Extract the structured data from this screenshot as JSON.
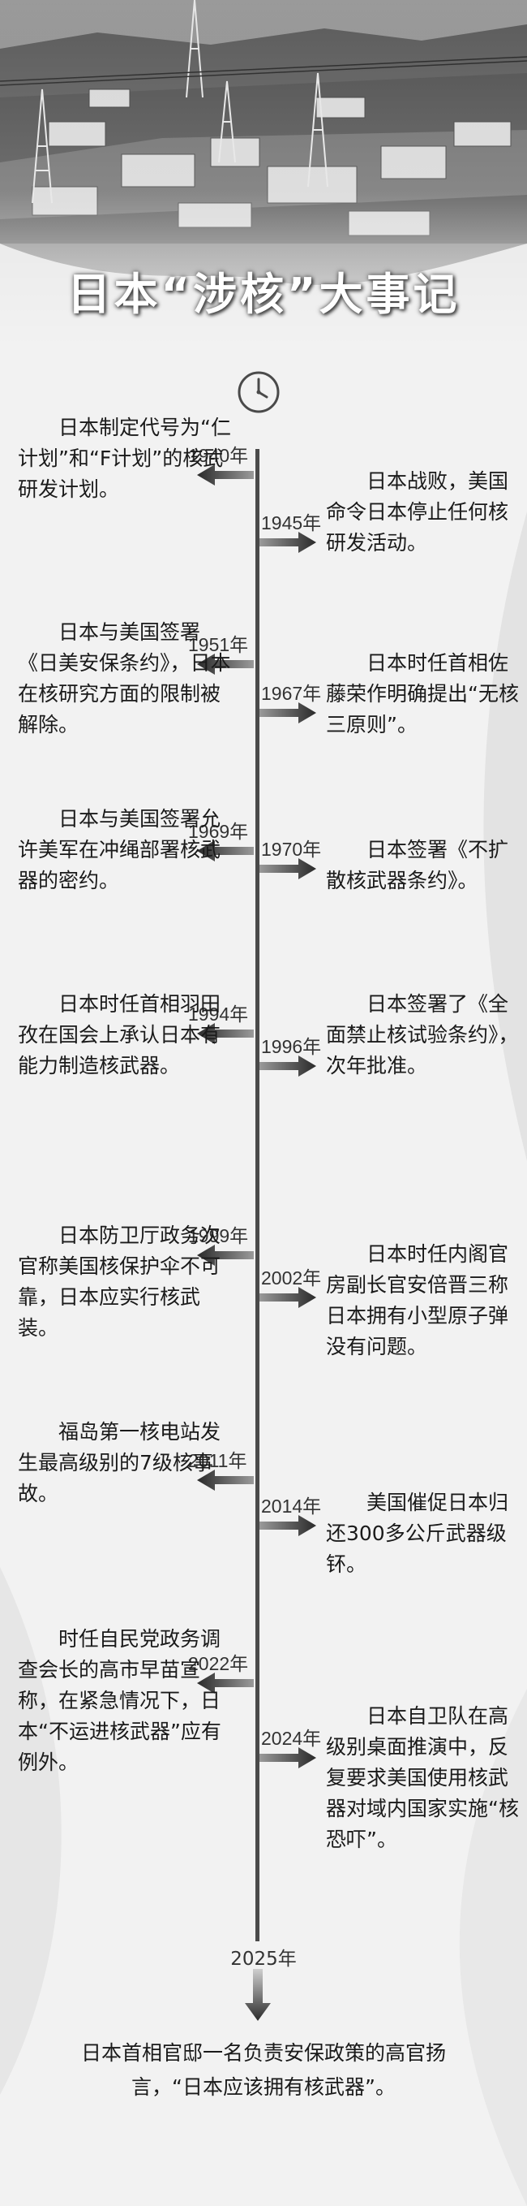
{
  "title": "日本“涉核”大事记",
  "events": [
    {
      "year": "1940年",
      "side": "left",
      "text": "日本制定代号为“仁计划”和“F计划”的核武研发计划。"
    },
    {
      "year": "1945年",
      "side": "right",
      "text": "日本战败，美国命令日本停止任何核研发活动。"
    },
    {
      "year": "1951年",
      "side": "left",
      "text": "日本与美国签署《日美安保条约》，日本在核研究方面的限制被解除。"
    },
    {
      "year": "1967年",
      "side": "right",
      "text": "日本时任首相佐藤荣作明确提出“无核三原则”。"
    },
    {
      "year": "1969年",
      "side": "left",
      "text": "日本与美国签署允许美军在冲绳部署核武器的密约。"
    },
    {
      "year": "1970年",
      "side": "right",
      "text": "日本签署《不扩散核武器条约》。"
    },
    {
      "year": "1994年",
      "side": "left",
      "text": "日本时任首相羽田孜在国会上承认日本有能力制造核武器。"
    },
    {
      "year": "1996年",
      "side": "right",
      "text": "日本签署了《全面禁止核试验条约》，次年批准。"
    },
    {
      "year": "1999年",
      "side": "left",
      "text": "日本防卫厅政务次官称美国核保护伞不可靠，日本应实行核武装。"
    },
    {
      "year": "2002年",
      "side": "right",
      "text": "日本时任内阁官房副长官安倍晋三称日本拥有小型原子弹没有问题。"
    },
    {
      "year": "2011年",
      "side": "left",
      "text": "福岛第一核电站发生最高级别的7级核事故。"
    },
    {
      "year": "2014年",
      "side": "right",
      "text": "美国催促日本归还300多公斤武器级钚。"
    },
    {
      "year": "2022年",
      "side": "left",
      "text": "时任自民党政务调查会长的高市早苗宣称，在紧急情况下，日本“不运进核武器”应有例外。"
    },
    {
      "year": "2024年",
      "side": "right",
      "text": "日本自卫队在高级别桌面推演中，反复要求美国使用核武器对域内国家实施“核恐吓”。"
    }
  ],
  "final": {
    "year": "2025年",
    "text": "日本首相官邸一名负责安保政策的高官扬言，“日本应该拥有核武器”。"
  },
  "icons": {
    "clock": "clock-icon",
    "arrow": "arrow-icon"
  },
  "colors": {
    "line": "#4a4a4a",
    "arrow_from": "#2a2a2a",
    "arrow_to": "#9a9a9a"
  }
}
